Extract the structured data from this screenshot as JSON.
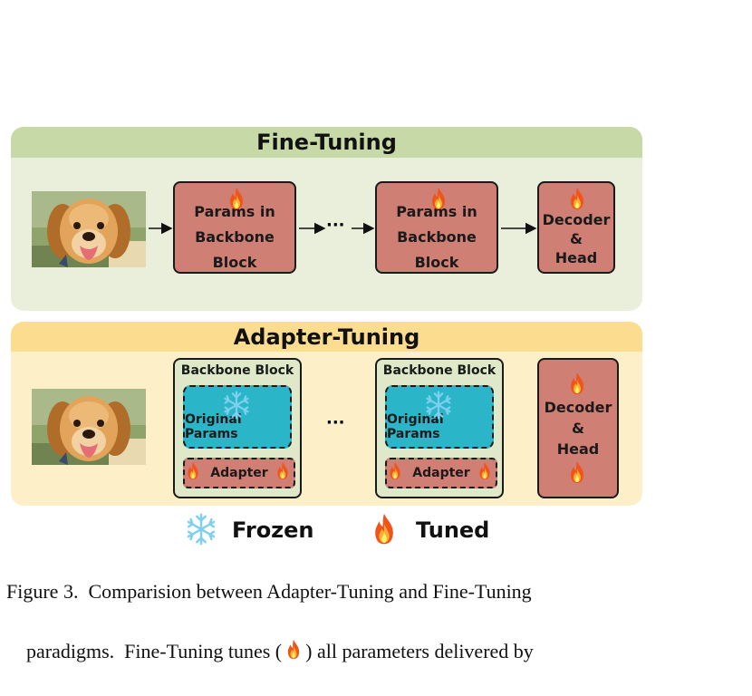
{
  "fine_tuning": {
    "title": "Fine-Tuning",
    "block1": [
      "Params in",
      "Backbone Block"
    ],
    "block2": [
      "Params in",
      "Backbone Block"
    ],
    "ellipsis": "···",
    "decoder": [
      "Decoder",
      "&",
      "Head"
    ]
  },
  "adapter_tuning": {
    "title": "Adapter-Tuning",
    "backbone_title": "Backbone Block",
    "original_params": "Original Params",
    "adapter": "Adapter",
    "ellipsis": "···",
    "decoder": [
      "Decoder",
      "&",
      "Head"
    ]
  },
  "legend": {
    "frozen": "Frozen",
    "tuned": "Tuned"
  },
  "caption": {
    "line1": "Figure 3.  Comparision between Adapter-Tuning and Fine-Tuning",
    "line2_a": "paradigms.  Fine-Tuning tunes (",
    "line2_b": ") all parameters delivered by"
  },
  "colors": {
    "fine_panel": "#eaefdc",
    "fine_head": "#c6d9a6",
    "adapter_panel": "#fdf0c8",
    "adapter_head": "#fcdc8e",
    "block_red": "#cf7f74",
    "block_green": "#dfe9c9",
    "cyan": "#2ab6c8"
  },
  "icons": {
    "frozen": "snowflake-icon",
    "tuned": "flame-icon"
  }
}
